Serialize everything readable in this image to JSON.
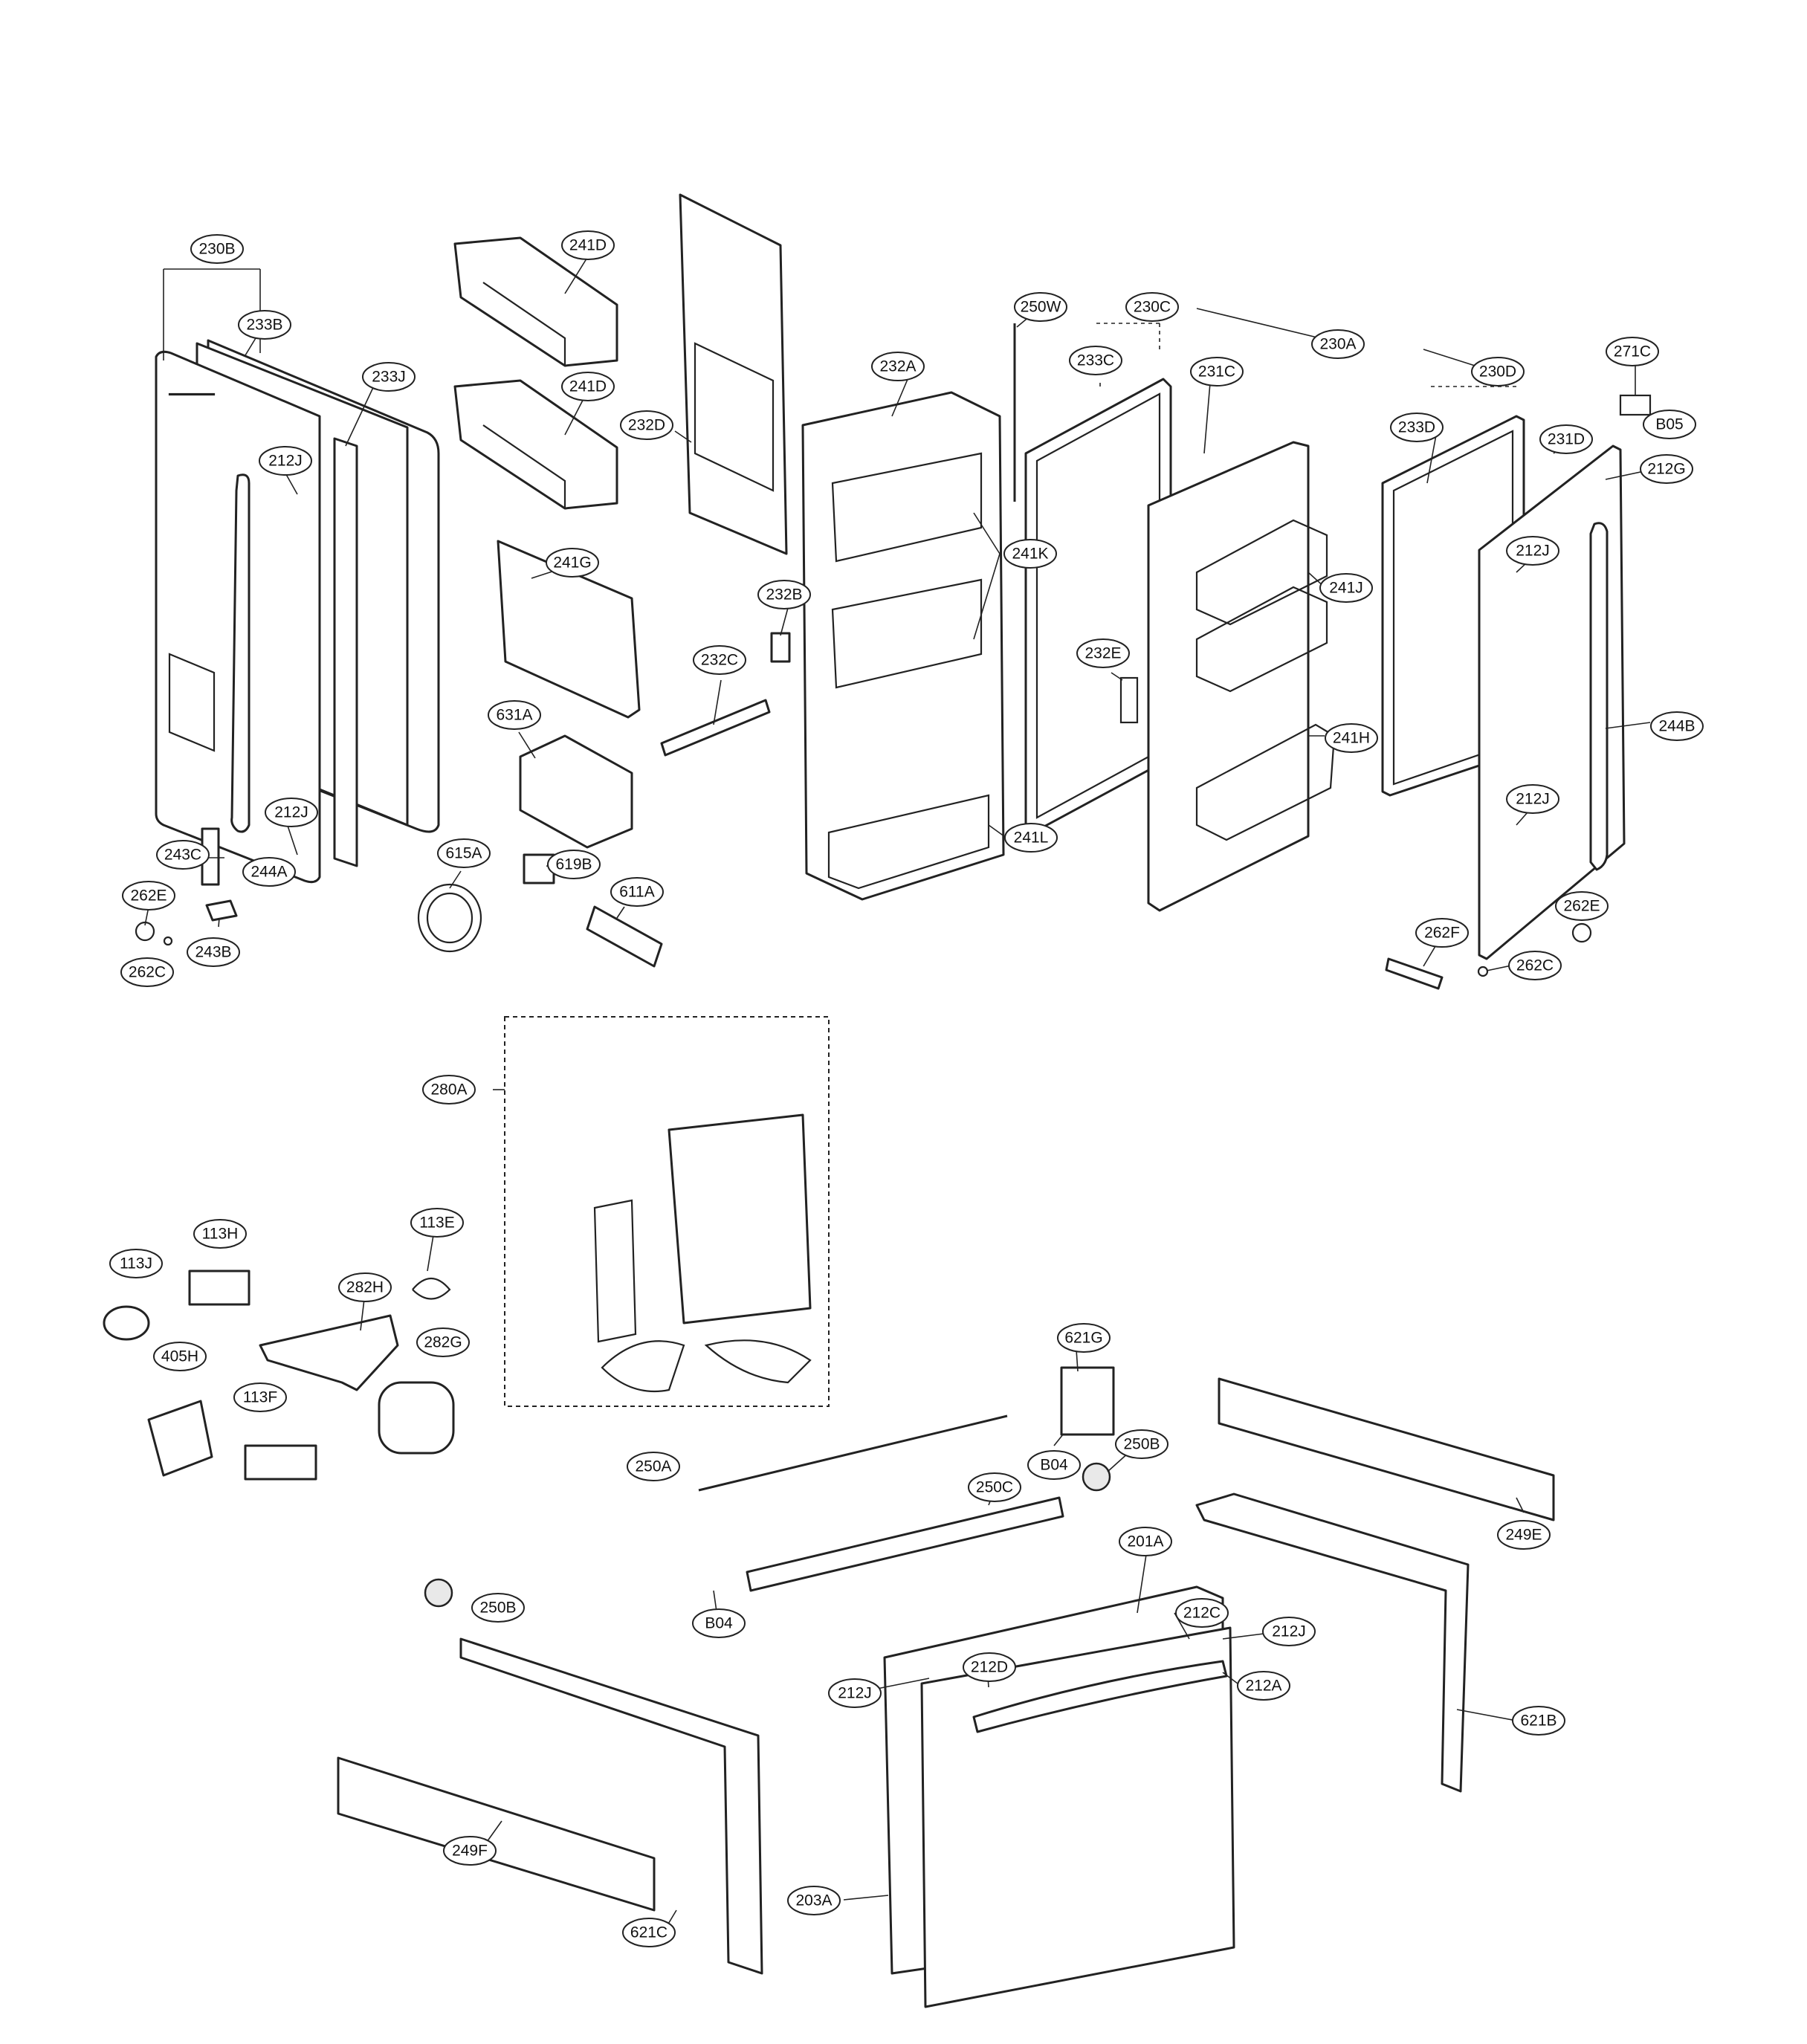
{
  "callouts": [
    {
      "id": "c-230B",
      "text": "230B"
    },
    {
      "id": "c-233B",
      "text": "233B"
    },
    {
      "id": "c-233J",
      "text": "233J"
    },
    {
      "id": "c-212J-a",
      "text": "212J"
    },
    {
      "id": "c-212J-b",
      "text": "212J"
    },
    {
      "id": "c-243C",
      "text": "243C"
    },
    {
      "id": "c-244A",
      "text": "244A"
    },
    {
      "id": "c-262E-a",
      "text": "262E"
    },
    {
      "id": "c-262C-a",
      "text": "262C"
    },
    {
      "id": "c-243B",
      "text": "243B"
    },
    {
      "id": "c-241D-a",
      "text": "241D"
    },
    {
      "id": "c-241D-b",
      "text": "241D"
    },
    {
      "id": "c-241G",
      "text": "241G"
    },
    {
      "id": "c-631A",
      "text": "631A"
    },
    {
      "id": "c-615A",
      "text": "615A"
    },
    {
      "id": "c-619B",
      "text": "619B"
    },
    {
      "id": "c-611A",
      "text": "611A"
    },
    {
      "id": "c-232D",
      "text": "232D"
    },
    {
      "id": "c-232B",
      "text": "232B"
    },
    {
      "id": "c-232C",
      "text": "232C"
    },
    {
      "id": "c-232A",
      "text": "232A"
    },
    {
      "id": "c-241K",
      "text": "241K"
    },
    {
      "id": "c-241L",
      "text": "241L"
    },
    {
      "id": "c-250W",
      "text": "250W"
    },
    {
      "id": "c-233C",
      "text": "233C"
    },
    {
      "id": "c-230C",
      "text": "230C"
    },
    {
      "id": "c-231C",
      "text": "231C"
    },
    {
      "id": "c-230A",
      "text": "230A"
    },
    {
      "id": "c-232E",
      "text": "232E"
    },
    {
      "id": "c-241J",
      "text": "241J"
    },
    {
      "id": "c-241H",
      "text": "241H"
    },
    {
      "id": "c-230D",
      "text": "230D"
    },
    {
      "id": "c-233D",
      "text": "233D"
    },
    {
      "id": "c-231D",
      "text": "231D"
    },
    {
      "id": "c-271C",
      "text": "271C"
    },
    {
      "id": "c-B05",
      "text": "B05"
    },
    {
      "id": "c-212G",
      "text": "212G"
    },
    {
      "id": "c-212J-c",
      "text": "212J"
    },
    {
      "id": "c-244B",
      "text": "244B"
    },
    {
      "id": "c-212J-d",
      "text": "212J"
    },
    {
      "id": "c-262E-b",
      "text": "262E"
    },
    {
      "id": "c-262F",
      "text": "262F"
    },
    {
      "id": "c-262C-b",
      "text": "262C"
    },
    {
      "id": "c-280A",
      "text": "280A"
    },
    {
      "id": "c-113E",
      "text": "113E"
    },
    {
      "id": "c-113H",
      "text": "113H"
    },
    {
      "id": "c-113J",
      "text": "113J"
    },
    {
      "id": "c-282H",
      "text": "282H"
    },
    {
      "id": "c-405H",
      "text": "405H"
    },
    {
      "id": "c-282G",
      "text": "282G"
    },
    {
      "id": "c-113F",
      "text": "113F"
    },
    {
      "id": "c-621G",
      "text": "621G"
    },
    {
      "id": "c-250A",
      "text": "250A"
    },
    {
      "id": "c-B04-a",
      "text": "B04"
    },
    {
      "id": "c-250B-a",
      "text": "250B"
    },
    {
      "id": "c-250C",
      "text": "250C"
    },
    {
      "id": "c-249E",
      "text": "249E"
    },
    {
      "id": "c-B04-b",
      "text": "B04"
    },
    {
      "id": "c-201A",
      "text": "201A"
    },
    {
      "id": "c-212C",
      "text": "212C"
    },
    {
      "id": "c-212J-e",
      "text": "212J"
    },
    {
      "id": "c-250B-b",
      "text": "250B"
    },
    {
      "id": "c-212D",
      "text": "212D"
    },
    {
      "id": "c-212J-f",
      "text": "212J"
    },
    {
      "id": "c-212A",
      "text": "212A"
    },
    {
      "id": "c-621B",
      "text": "621B"
    },
    {
      "id": "c-203A",
      "text": "203A"
    },
    {
      "id": "c-249F",
      "text": "249F"
    },
    {
      "id": "c-621C",
      "text": "621C"
    }
  ]
}
